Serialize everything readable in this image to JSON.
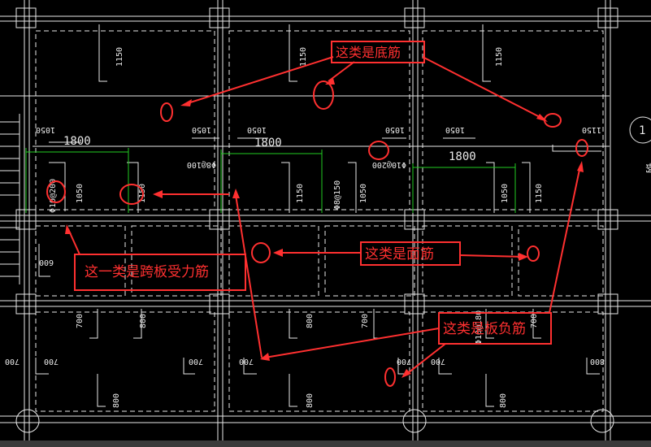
{
  "annotations": {
    "bottom_bars": "这类是底筋",
    "top_bars": "这类是面筋",
    "span_bars": "这一类是跨板受力筋",
    "negative_bars": "这类是板负筋"
  },
  "dimensions": {
    "d1150": "1150",
    "d1050": "1050",
    "d1800": "1800",
    "d700": "700",
    "d800": "800",
    "d600": "600",
    "spacing_a": "Φ8@100",
    "spacing_b": "Φ8@150",
    "spacing_c": "Φ10@200",
    "spacing_d": "Φ10@180"
  },
  "axis_label": "1",
  "side_text": "钢",
  "colors": {
    "background": "#000000",
    "linework": "#e8e8e8",
    "annotation": "#ff3030",
    "dimension_line": "#22cc22"
  }
}
